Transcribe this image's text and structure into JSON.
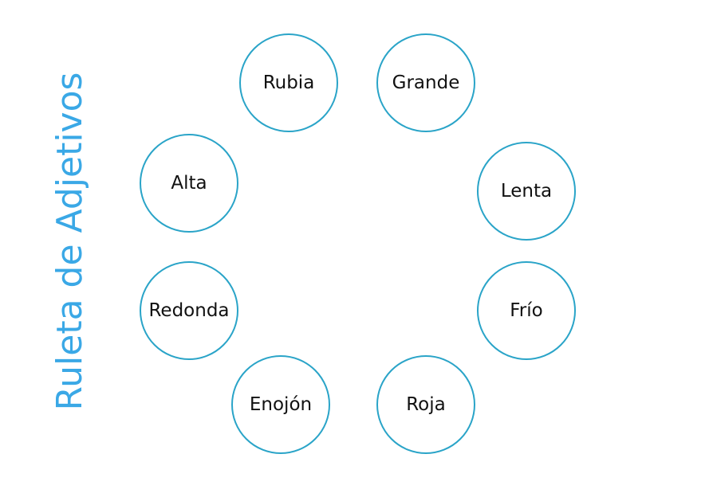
{
  "title": "Ruleta de Adjetivos",
  "colors": {
    "title": "#3aa8e6",
    "circle_border": "#2aa4c8",
    "text": "#111111"
  },
  "adjectives": [
    "Rubia",
    "Grande",
    "Lenta",
    "Frío",
    "Roja",
    "Enojón",
    "Redonda",
    "Alta"
  ]
}
